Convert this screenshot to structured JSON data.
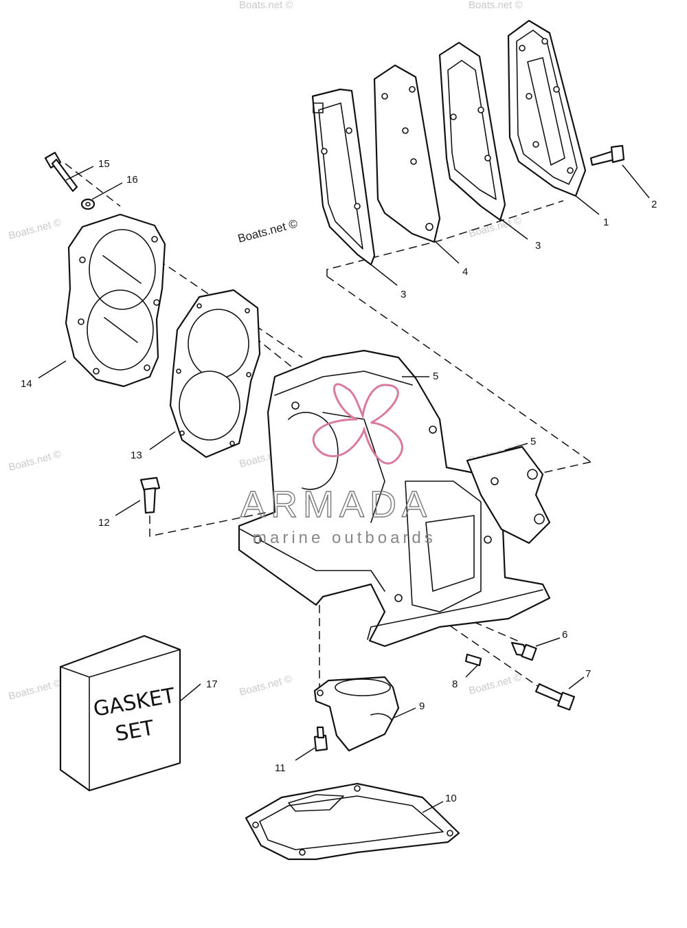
{
  "callouts": [
    {
      "label": "1"
    },
    {
      "label": "2"
    },
    {
      "label": "3"
    },
    {
      "label": "4"
    },
    {
      "label": "3"
    },
    {
      "label": "5"
    },
    {
      "label": "5"
    },
    {
      "label": "6"
    },
    {
      "label": "7"
    },
    {
      "label": "8"
    },
    {
      "label": "9"
    },
    {
      "label": "10"
    },
    {
      "label": "11"
    },
    {
      "label": "12"
    },
    {
      "label": "13"
    },
    {
      "label": "14"
    },
    {
      "label": "15"
    },
    {
      "label": "16"
    },
    {
      "label": "17"
    }
  ],
  "watermarks": [
    "Boats.net ©",
    "Boats.net ©",
    "Boats.net ©",
    "Boats.net ©",
    "Boats.net ©",
    "Boats.net ©",
    "Boats.net ©",
    "Boats.net ©",
    "Boats.net ©",
    "Boats.net ©"
  ],
  "center_watermark": "Boats.net ©",
  "brand": {
    "name": "ARMADA",
    "tagline": "marine outboards",
    "color": "#d9799e"
  },
  "gasket_box": {
    "line1": "GASKET",
    "line2": "SET"
  }
}
